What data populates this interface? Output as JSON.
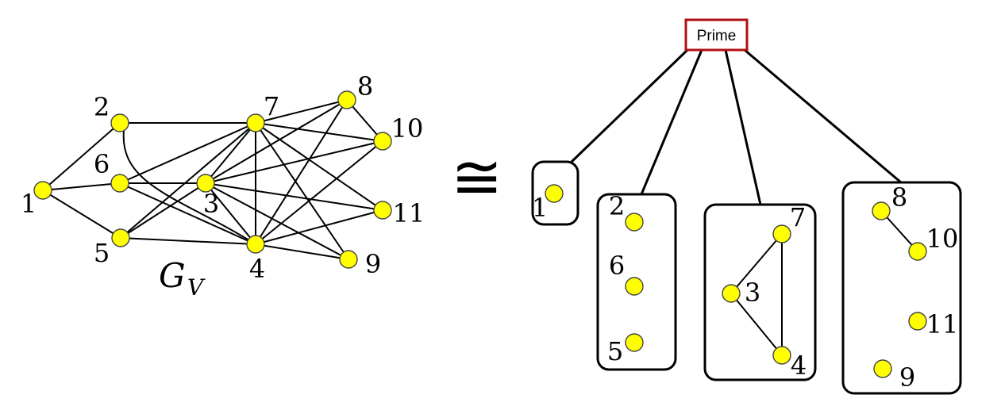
{
  "graph": {
    "name": "G",
    "subscript": "V",
    "vertices": [
      "1",
      "2",
      "3",
      "4",
      "5",
      "6",
      "7",
      "8",
      "9",
      "10",
      "11"
    ],
    "edges": [
      [
        "1",
        "2"
      ],
      [
        "1",
        "6"
      ],
      [
        "1",
        "5"
      ],
      [
        "2",
        "7"
      ],
      [
        "2",
        "4"
      ],
      [
        "6",
        "3"
      ],
      [
        "6",
        "7"
      ],
      [
        "6",
        "4"
      ],
      [
        "5",
        "4"
      ],
      [
        "5",
        "7"
      ],
      [
        "5",
        "3"
      ],
      [
        "3",
        "7"
      ],
      [
        "3",
        "4"
      ],
      [
        "3",
        "8"
      ],
      [
        "3",
        "10"
      ],
      [
        "3",
        "11"
      ],
      [
        "3",
        "9"
      ],
      [
        "7",
        "4"
      ],
      [
        "7",
        "8"
      ],
      [
        "7",
        "10"
      ],
      [
        "7",
        "11"
      ],
      [
        "7",
        "9"
      ],
      [
        "4",
        "8"
      ],
      [
        "4",
        "10"
      ],
      [
        "4",
        "11"
      ],
      [
        "4",
        "9"
      ],
      [
        "8",
        "10"
      ]
    ]
  },
  "iso_symbol": "≅",
  "tree": {
    "root_label": "Prime",
    "modules": [
      {
        "vertices": [
          "1"
        ],
        "edges": []
      },
      {
        "vertices": [
          "2",
          "6",
          "5"
        ],
        "edges": []
      },
      {
        "vertices": [
          "7",
          "3",
          "4"
        ],
        "edges": [
          [
            "3",
            "7"
          ],
          [
            "3",
            "4"
          ],
          [
            "7",
            "4"
          ]
        ]
      },
      {
        "vertices": [
          "8",
          "10",
          "11",
          "9"
        ],
        "edges": [
          [
            "8",
            "10"
          ]
        ]
      }
    ]
  }
}
